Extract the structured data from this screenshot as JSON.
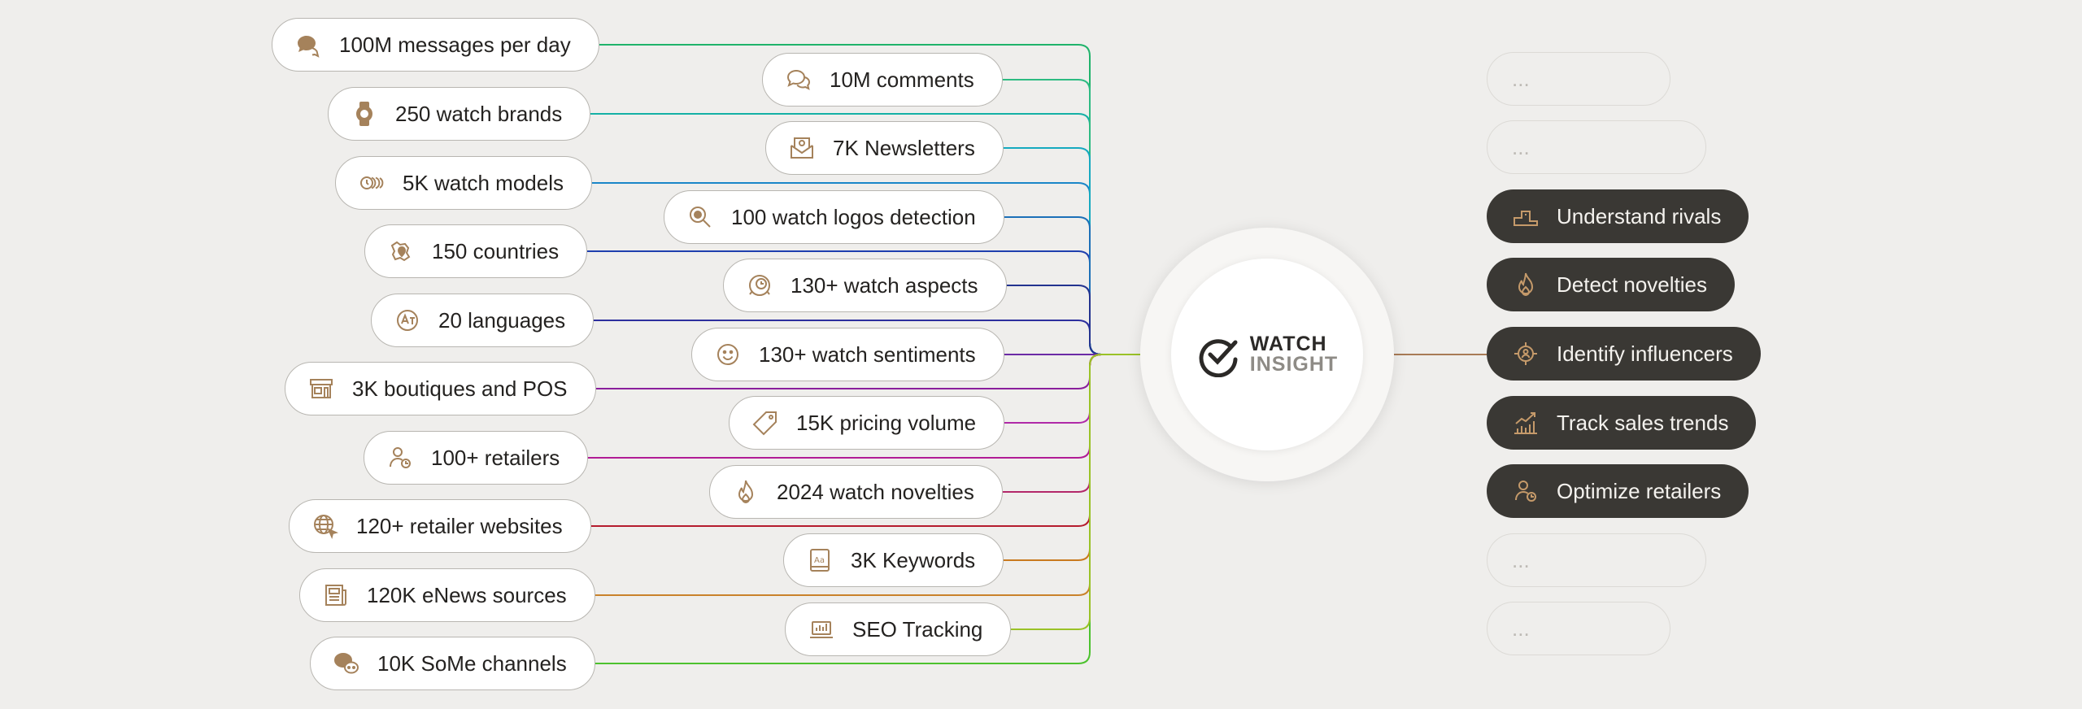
{
  "left_column": [
    {
      "label": "100M messages per day",
      "icon": "chat-bubbles-icon",
      "color": "#1fb36b"
    },
    {
      "label": "250 watch brands",
      "icon": "watch-icon",
      "color": "#15b0a6"
    },
    {
      "label": "5K watch models",
      "icon": "watch-models-icon",
      "color": "#1a86c8"
    },
    {
      "label": "150 countries",
      "icon": "world-map-pin-icon",
      "color": "#1e3fae"
    },
    {
      "label": "20 languages",
      "icon": "translate-icon",
      "color": "#2d2f9e"
    },
    {
      "label": "3K boutiques and POS",
      "icon": "storefront-icon",
      "color": "#8a1f9c"
    },
    {
      "label": "100+ retailers",
      "icon": "retailer-person-icon",
      "color": "#b11c95"
    },
    {
      "label": "120+ retailer websites",
      "icon": "globe-cursor-icon",
      "color": "#b51c2e"
    },
    {
      "label": "120K eNews sources",
      "icon": "newspaper-icon",
      "color": "#c9822a"
    },
    {
      "label": "10K SoMe channels",
      "icon": "social-chat-icon",
      "color": "#4cc22e"
    }
  ],
  "middle_column": [
    {
      "label": "10M comments",
      "icon": "comments-icon",
      "color": "#2dbb82"
    },
    {
      "label": "7K Newsletters",
      "icon": "newsletter-icon",
      "color": "#16a9c0"
    },
    {
      "label": "100 watch logos detection",
      "icon": "logo-detection-icon",
      "color": "#1c70b8"
    },
    {
      "label": "130+ watch aspects",
      "icon": "watch-aspects-icon",
      "color": "#23338f"
    },
    {
      "label": "130+ watch sentiments",
      "icon": "smiley-icon",
      "color": "#6b2aa6"
    },
    {
      "label": "15K pricing volume",
      "icon": "price-tag-icon",
      "color": "#b02aa8"
    },
    {
      "label": "2024 watch novelties",
      "icon": "flame-icon",
      "color": "#b3286a"
    },
    {
      "label": "3K Keywords",
      "icon": "keywords-book-icon",
      "color": "#c97a1f"
    },
    {
      "label": "SEO Tracking",
      "icon": "seo-laptop-icon",
      "color": "#9ac227"
    }
  ],
  "hub": {
    "line1": "WATCH",
    "line2": "INSIGHT",
    "icon": "checkmark-circle-icon",
    "connector_color": "#a87a55"
  },
  "right_column": [
    {
      "label": "...",
      "state": "ghost"
    },
    {
      "label": "...",
      "state": "ghost"
    },
    {
      "label": "Understand rivals",
      "state": "active",
      "icon": "podium-icon"
    },
    {
      "label": "Detect novelties",
      "state": "active",
      "icon": "flame-icon"
    },
    {
      "label": "Identify influencers",
      "state": "active",
      "icon": "influencer-target-icon"
    },
    {
      "label": "Track sales trends",
      "state": "active",
      "icon": "sales-chart-icon"
    },
    {
      "label": "Optimize retailers",
      "state": "active",
      "icon": "retailer-person-icon"
    },
    {
      "label": "...",
      "state": "ghost"
    },
    {
      "label": "...",
      "state": "ghost"
    }
  ],
  "colors": {
    "icon_accent": "#a5825b",
    "active_pill": "#3a3834",
    "background": "#efeeec"
  }
}
